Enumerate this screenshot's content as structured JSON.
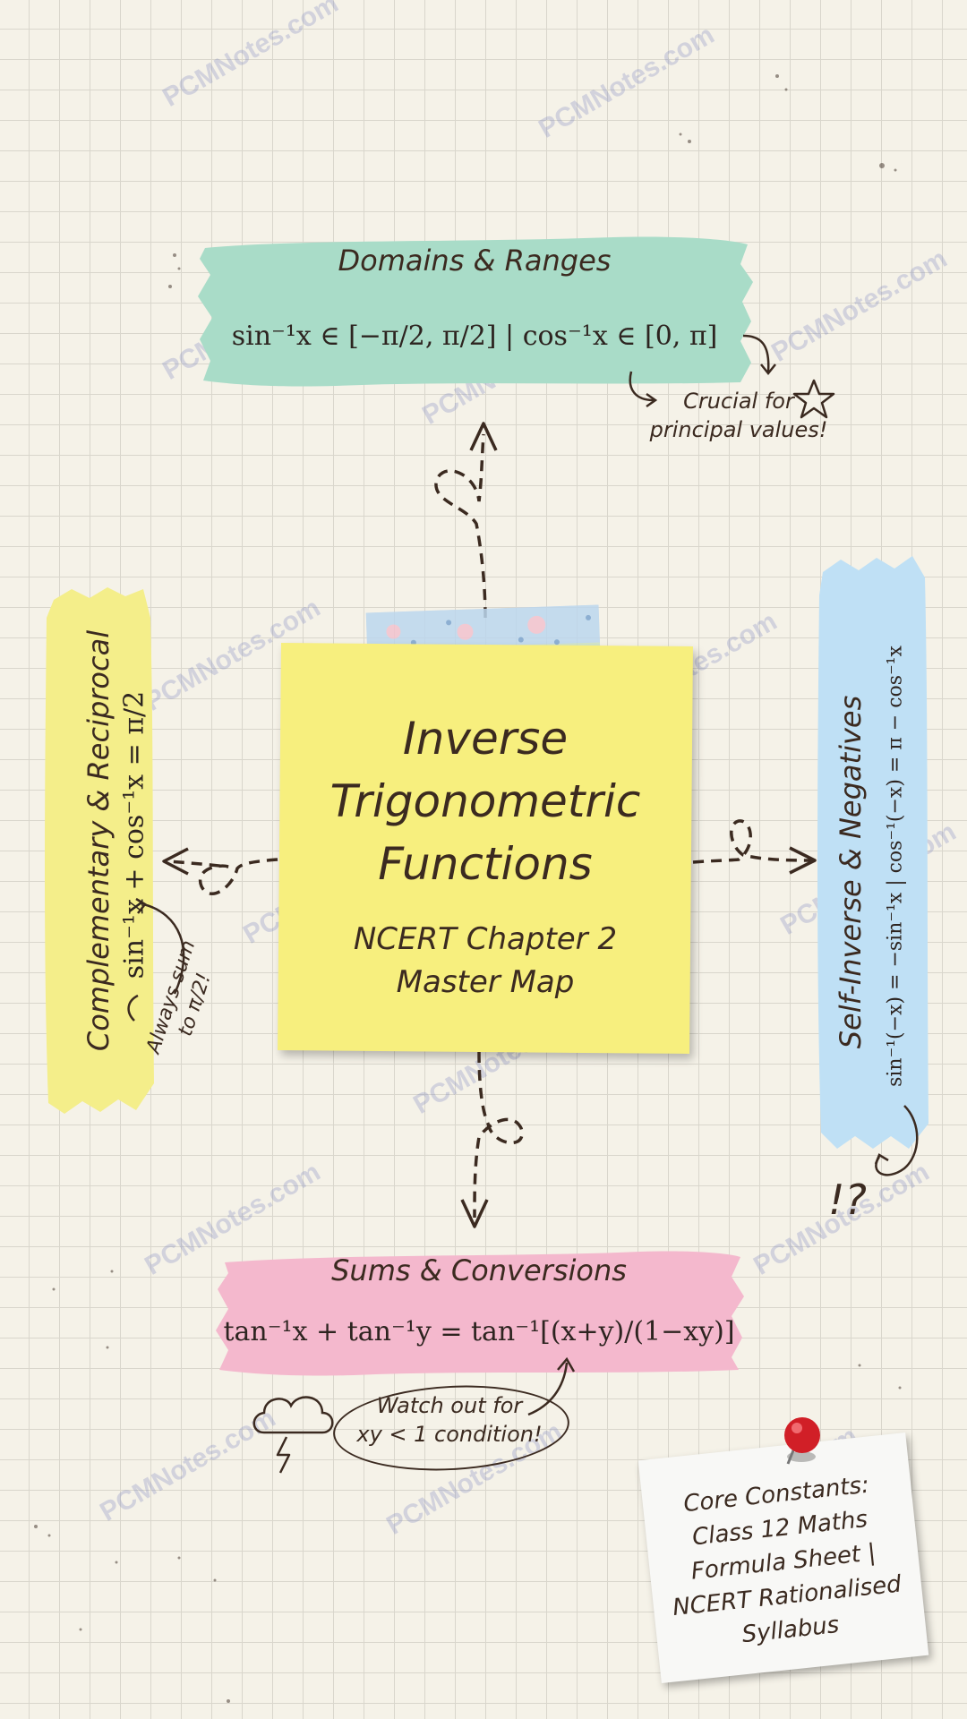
{
  "title": {
    "line1": "Inverse",
    "line2": "Trigonometric",
    "line3": "Functions",
    "sub1": "NCERT Chapter 2",
    "sub2": "Master Map"
  },
  "domains": {
    "heading": "Domains & Ranges",
    "formula": "sin⁻¹x ∈ [−π/2, π/2] | cos⁻¹x ∈ [0, π]",
    "note_line1": "Crucial for",
    "note_line2": "principal values!"
  },
  "complementary": {
    "heading": "Complementary & Reciprocal",
    "formula": "sin⁻¹x + cos⁻¹x = π/2",
    "note_line1": "Always sum",
    "note_line2": "to π/2!"
  },
  "self_inverse": {
    "heading": "Self-Inverse & Negatives",
    "formula": "sin⁻¹(−x) = −sin⁻¹x | cos⁻¹(−x) = π − cos⁻¹x"
  },
  "sums": {
    "heading": "Sums & Conversions",
    "formula": "tan⁻¹x + tan⁻¹y = tan⁻¹[(x+y)/(1−xy)]",
    "note_line1": "Watch out for",
    "note_line2": "xy < 1 condition!"
  },
  "constants": {
    "line1": "Core Constants:",
    "line2": "Class 12 Maths",
    "line3": "Formula Sheet |",
    "line4": "NCERT Rationalised",
    "line5": "Syllabus"
  },
  "watermark": "PCMNotes.com",
  "colors": {
    "green": "#a9dcc8",
    "yellow": "#f4ee8a",
    "blue": "#bfe0f5",
    "pink": "#f4b8cd",
    "sticky": "#f7ef7e",
    "ink": "#3b2a20"
  }
}
